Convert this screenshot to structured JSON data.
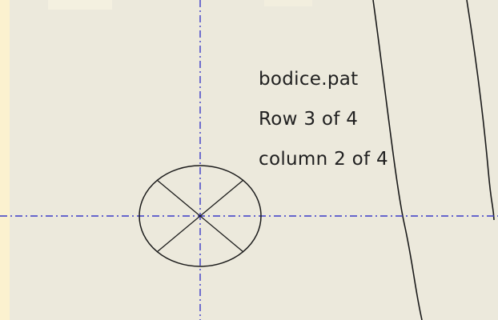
{
  "pattern_label": {
    "file_name": "bodice.pat",
    "row_text": "Row 3 of 4",
    "column_text": "column 2 of 4"
  },
  "colors": {
    "paper": "#ece9dc",
    "border_glow": "#fbf1cf",
    "centerline": "#3a3ac8",
    "pattern_line": "#1a1a1a"
  },
  "icons": {
    "drill_hole": "circle-with-cross-icon"
  }
}
